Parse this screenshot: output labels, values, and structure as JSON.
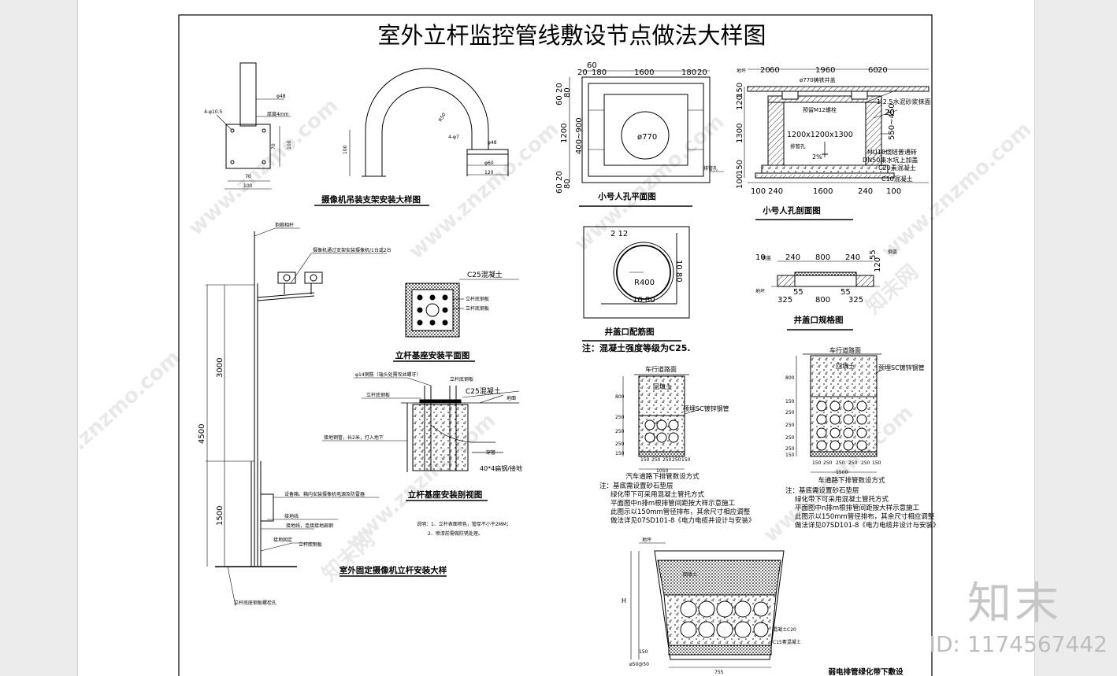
{
  "title": "室外立杆监控管线敷设节点做法大样图",
  "watermark": {
    "site": "www.znzmo.com",
    "brand": "知末网",
    "logo": "知末",
    "id": "ID: 1174567442"
  },
  "captions": {
    "bracket": "摄像机吊装支架安装大样图",
    "pole": "室外固定摄像机立杆安装大样",
    "base_plan": "立杆基座安装平面图",
    "base_section": "立杆基座安装剖视图",
    "manhole_plan": "小号人孔平面图",
    "manhole_section": "小号人孔剖面图",
    "rebar": "井盖口配筋图",
    "cover_spec": "井盖口规格图",
    "road_duct": "汽车道路下排管数设方式",
    "lane_duct": "车道路下排管数设方式",
    "weak_duct": "弱电排管绿化带下敷设"
  },
  "concrete_note": "注：混凝土强度等级为C25.",
  "pole_notes": [
    "说明：1、立杆表面喷色，管厚不小于2MM；",
    "2、喷漆前需做防锈处理。"
  ],
  "road_note": [
    "注：基底需设置砂石垫层",
    "绿化带下可采用混凝土管托方式",
    "平面图中n排m根排管间距按大样示意施工",
    "此图示以150mm管径排布，其余尺寸相应调整",
    "做法详见07SD101-8《电力电缆井设计与安装》"
  ],
  "lane_note": [
    "注：基底需设置砂石垫层",
    "绿化带下可采用混凝土管托方式",
    "平面图中n排m根排管间距按大样示意施工",
    "此图示以150mm管径排布，其余尺寸相应调整",
    "做法详见07SD101-8《电力电缆井设计与安装》"
  ],
  "labels": {
    "pole_top": "抱箍相杆",
    "camera": "摄像机通过支架安装摄像机/1台或2台",
    "box": "设备箱、箱内安装摄像机电源及防雷器",
    "ground": "接地线",
    "ground2": "接地线，连接接地扁钢",
    "anchor": "立杆底座钢板螺栓孔",
    "flange": "立杆底钢板",
    "flange2": "接地固定",
    "road": "地面",
    "c25": "C25混凝土",
    "c25_2": "C25混凝土",
    "bolt": "φ14钢筋（端头处需攻丝螺牙）",
    "bolt2": "立杆底钢板",
    "steel": "立杆底钢板",
    "ground_rod": "接地钢管，长2米，打入地下",
    "flat_steel": "40*4扁钢/接地",
    "conduit": "穿管",
    "road_surface": "车行道路面",
    "fill": "回填土",
    "sc_pipe": "预埋SC镀锌钢管",
    "lane_surface": "车行道路面",
    "lane_fill": "回填土",
    "lane_sc": "预埋SC镀锌钢管",
    "walkway": "地坪",
    "cover770": "ø770铸铁井盖",
    "mortar": "1:2.5水泥砂浆抹面",
    "m12": "预留M12螺栓",
    "opening": "1200x1200x1300",
    "pipe_hole": "排管孔",
    "slope": "2%",
    "mu10": "MU10烧结普通砖",
    "dn50": "DN50集水坑上加盖",
    "c20": "C20素混凝土",
    "c10": "C10混凝土",
    "r400": "R400",
    "d770": "ø770",
    "pipe_label": "排管孔",
    "c15": "C15素混凝土",
    "c20b": "混凝土C20",
    "fill2": "回填土",
    "cover_frame": "钢盖",
    "cover_base": "砂浆",
    "ground_mark": "地坪"
  },
  "dims": {
    "m_top": [
      "60",
      "20",
      "180",
      "1600",
      "180",
      "20"
    ],
    "m_left": [
      "20",
      "60",
      "80",
      "1200",
      "400~900",
      "20",
      "60",
      "80"
    ],
    "s_top": [
      "20",
      "60",
      "1960",
      "60",
      "20"
    ],
    "s_bot": [
      "100",
      "240",
      "1600",
      "240",
      "100"
    ],
    "s_left": [
      "150",
      "120",
      "1300",
      "150",
      "100"
    ],
    "s_right": [
      "20",
      "550~450"
    ],
    "pole_h": [
      "3000",
      "4500",
      "1500"
    ],
    "rebar": [
      "2 12",
      "10 80",
      "10 80"
    ],
    "cover": [
      "10",
      "240",
      "800",
      "240",
      "55",
      "120",
      "325",
      "55",
      "800",
      "55",
      "325"
    ],
    "road_left": [
      "800",
      "250",
      "250",
      "250",
      "150"
    ],
    "road_bot": [
      "150",
      "250",
      "250",
      "250",
      "150",
      "1050"
    ],
    "lane_left": [
      "800",
      "150",
      "250",
      "250",
      "250",
      "250",
      "150"
    ],
    "lane_bot": [
      "150",
      "250",
      "250",
      "250",
      "250",
      "150",
      "1500"
    ],
    "bracket": [
      "4-φ10.5",
      "φ48",
      "厚度4mm",
      "70",
      "100",
      "100",
      "70",
      "100",
      "100",
      "R50",
      "φ48",
      "φ60",
      "120",
      "4-φ7"
    ],
    "weak": [
      "H",
      "150",
      "ø50@50",
      "755"
    ]
  }
}
